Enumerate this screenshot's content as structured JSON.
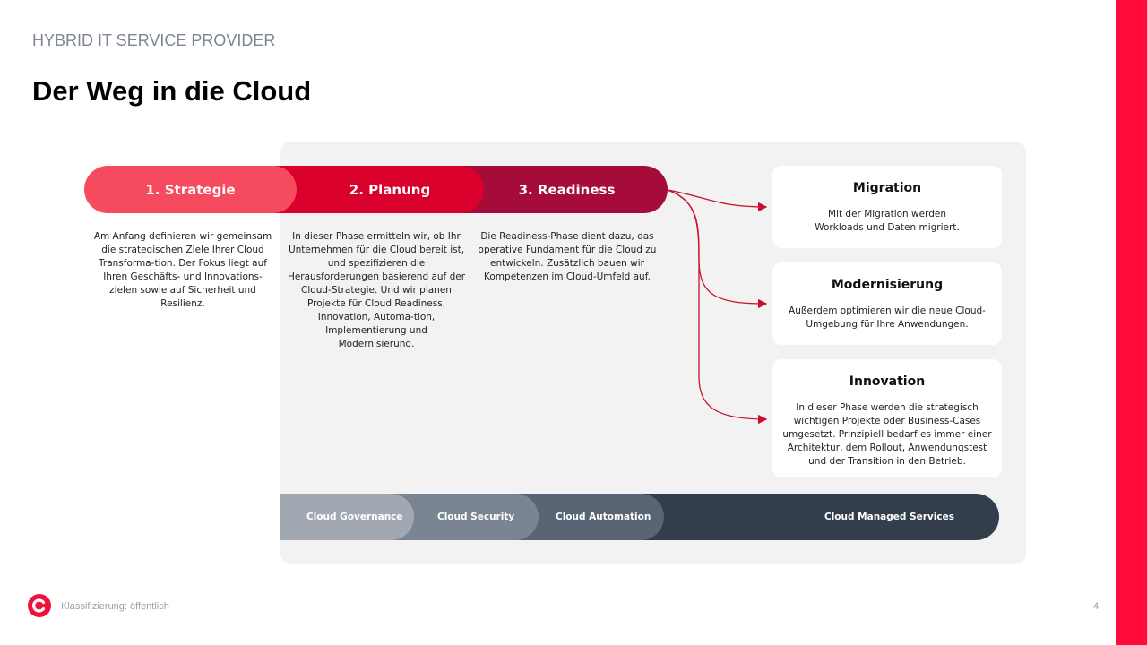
{
  "header": {
    "kicker": "HYBRID IT SERVICE PROVIDER",
    "title": "Der Weg in die Cloud"
  },
  "phases": [
    {
      "label": "1.  Strategie",
      "description": "Am Anfang definieren wir gemeinsam die strategischen Ziele Ihrer Cloud Transforma-tion. Der Fokus liegt auf Ihren Geschäfts- und Innovations-zielen sowie auf Sicherheit und Resilienz."
    },
    {
      "label": "2. Planung",
      "description": "In dieser Phase ermitteln wir, ob Ihr Unternehmen für die Cloud bereit ist, und spezifizieren die Herausforderungen basierend auf der Cloud-Strategie. Und wir planen Projekte für Cloud Readiness, Innovation, Automa-tion, Implementierung und Modernisierung."
    },
    {
      "label": "3. Readiness",
      "description": "Die Readiness-Phase dient dazu, das operative Fundament für die Cloud zu entwickeln. Zusätzlich bauen wir Kompetenzen im Cloud-Umfeld auf."
    }
  ],
  "outcomes": [
    {
      "title": "Migration",
      "text": "Mit der Migration werden Workloads und Daten migriert."
    },
    {
      "title": "Modernisierung",
      "text": "Außerdem optimieren wir die neue Cloud-Umgebung für Ihre Anwendungen."
    },
    {
      "title": "Innovation",
      "text": "In dieser Phase werden die strategisch wichtigen Projekte oder Business-Cases umgesetzt. Prinzipiell bedarf es immer einer Architektur, dem Rollout, Anwendungstest und der Transition in den Betrieb."
    }
  ],
  "services": [
    "Cloud Governance",
    "Cloud Security",
    "Cloud Automation",
    "Cloud Managed Services"
  ],
  "footer": {
    "classification": "Klassifizierung: öffentlich",
    "page": "4"
  },
  "colors": {
    "accent": "#ff0a3a",
    "strategie": "#f64a5e",
    "planung": "#d9002c",
    "readiness": "#a50c3a"
  }
}
